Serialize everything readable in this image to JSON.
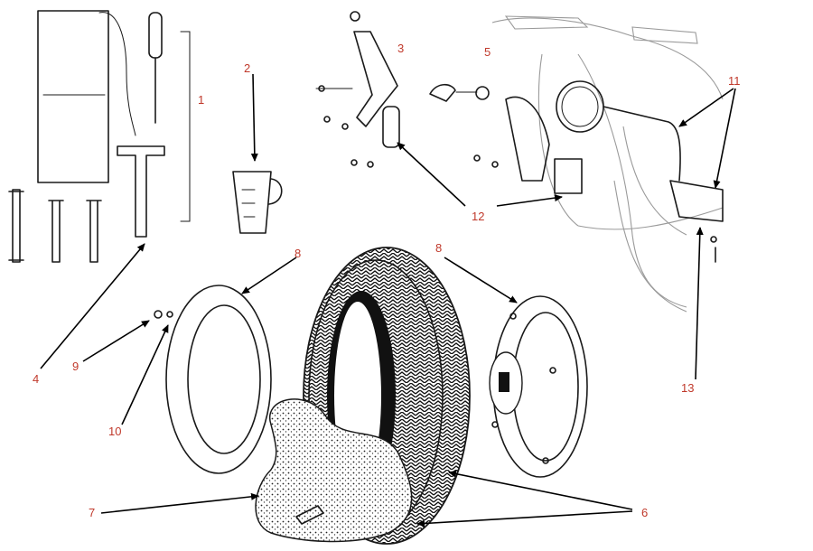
{
  "diagram": {
    "callouts": [
      {
        "id": "c1",
        "label": "1"
      },
      {
        "id": "c2",
        "label": "2"
      },
      {
        "id": "c3",
        "label": "3"
      },
      {
        "id": "c4",
        "label": "4"
      },
      {
        "id": "c5",
        "label": "5"
      },
      {
        "id": "c6",
        "label": "6"
      },
      {
        "id": "c7",
        "label": "7"
      },
      {
        "id": "c8a",
        "label": "8"
      },
      {
        "id": "c8b",
        "label": "8"
      },
      {
        "id": "c9",
        "label": "9"
      },
      {
        "id": "c10",
        "label": "10"
      },
      {
        "id": "c11",
        "label": "11"
      },
      {
        "id": "c12",
        "label": "12"
      },
      {
        "id": "c13",
        "label": "13"
      }
    ],
    "colors": {
      "callout_text": "#c0392b",
      "line_art": "#1a1a1a",
      "leader_arrow": "#000000"
    }
  }
}
